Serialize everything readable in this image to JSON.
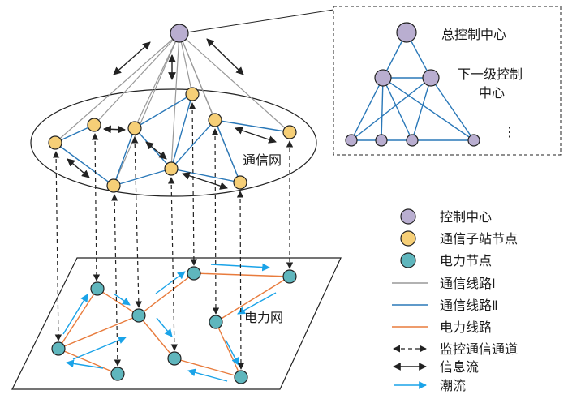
{
  "labels": {
    "control_center_top": "总控制中心",
    "sub_control_line1": "下一级控制",
    "sub_control_line2": "中心",
    "ellipsis": "⋮",
    "comm_network": "通信网",
    "power_network": "电力网"
  },
  "legend": [
    {
      "label": "控制中心",
      "icon": "purple-circle"
    },
    {
      "label": "通信子站节点",
      "icon": "orange-circle"
    },
    {
      "label": "电力节点",
      "icon": "teal-circle"
    },
    {
      "label": "通信线路Ⅰ",
      "icon": "gray-line"
    },
    {
      "label": "通信线路Ⅱ",
      "icon": "blue-line"
    },
    {
      "label": "电力线路",
      "icon": "orange-line"
    },
    {
      "label": "监控通信通道",
      "icon": "dashed-double-arrow"
    },
    {
      "label": "信息流",
      "icon": "black-double-arrow"
    },
    {
      "label": "潮流",
      "icon": "blue-arrow"
    }
  ],
  "colors": {
    "control_center": "#b9aed0",
    "comm_node": "#f6cf77",
    "power_node": "#5fb6bd",
    "comm_line_1": "#999999",
    "comm_line_2": "#2a78b8",
    "power_line": "#e87b3c",
    "power_flow": "#1aa3e8",
    "info_flow": "#222222"
  }
}
